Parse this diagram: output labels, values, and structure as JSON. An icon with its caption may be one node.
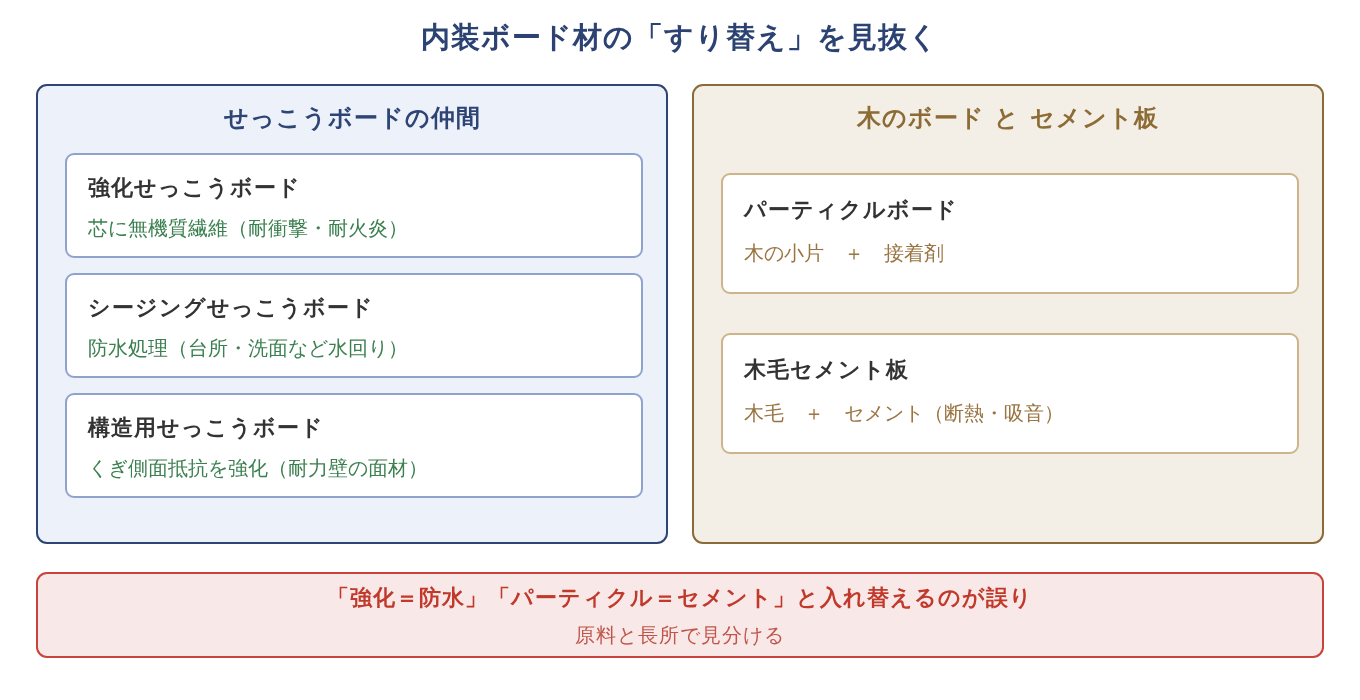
{
  "diagram": {
    "title": "内装ボード材の「すり替え」を見抜く",
    "nodes": [
      {
        "text": [
          "せっこうボードの仲間"
        ]
      },
      {
        "text": [
          "強化せっこうボード",
          "芯に無機質繊維（耐衝撃・耐火炎）"
        ],
        "in": 0
      },
      {
        "text": [
          "シージングせっこうボード",
          "防水処理（台所・洗面など水回り）"
        ],
        "in": 0
      },
      {
        "text": [
          "構造用せっこうボード",
          "くぎ側面抵抗を強化（耐力壁の面材）"
        ],
        "in": 0
      },
      {
        "text": [
          "木のボード と セメント板"
        ]
      },
      {
        "text": [
          "パーティクルボード",
          "木の小片　＋　接着剤"
        ],
        "in": 4
      },
      {
        "text": [
          "木毛セメント板",
          "木毛　＋　セメント（断熱・吸音）"
        ],
        "in": 4
      },
      {
        "text": [
          "「強化＝防水」「パーティクル＝セメント」と入れ替えるのが誤り",
          "原料と長所で見分ける"
        ]
      }
    ]
  }
}
